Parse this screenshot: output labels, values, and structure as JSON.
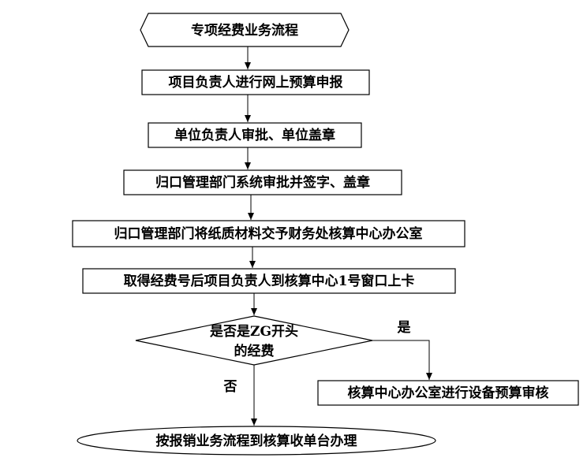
{
  "nodes": {
    "start": "专项经费业务流程",
    "step1": "项目负责人进行网上预算申报",
    "step2": "单位负责人审批、单位盖章",
    "step3": "归口管理部门系统审批并签字、盖章",
    "step4": "归口管理部门将纸质材料交予财务处核算中心办公室",
    "step5": "取得经费号后项目负责人到核算中心1号窗口上卡",
    "decision_line1": "是否是ZG开头",
    "decision_line2": "的经费",
    "yes_branch": "核算中心办公室进行设备预算审核",
    "end": "按报销业务流程到核算收单台办理"
  },
  "edge_labels": {
    "yes": "是",
    "no": "否"
  }
}
